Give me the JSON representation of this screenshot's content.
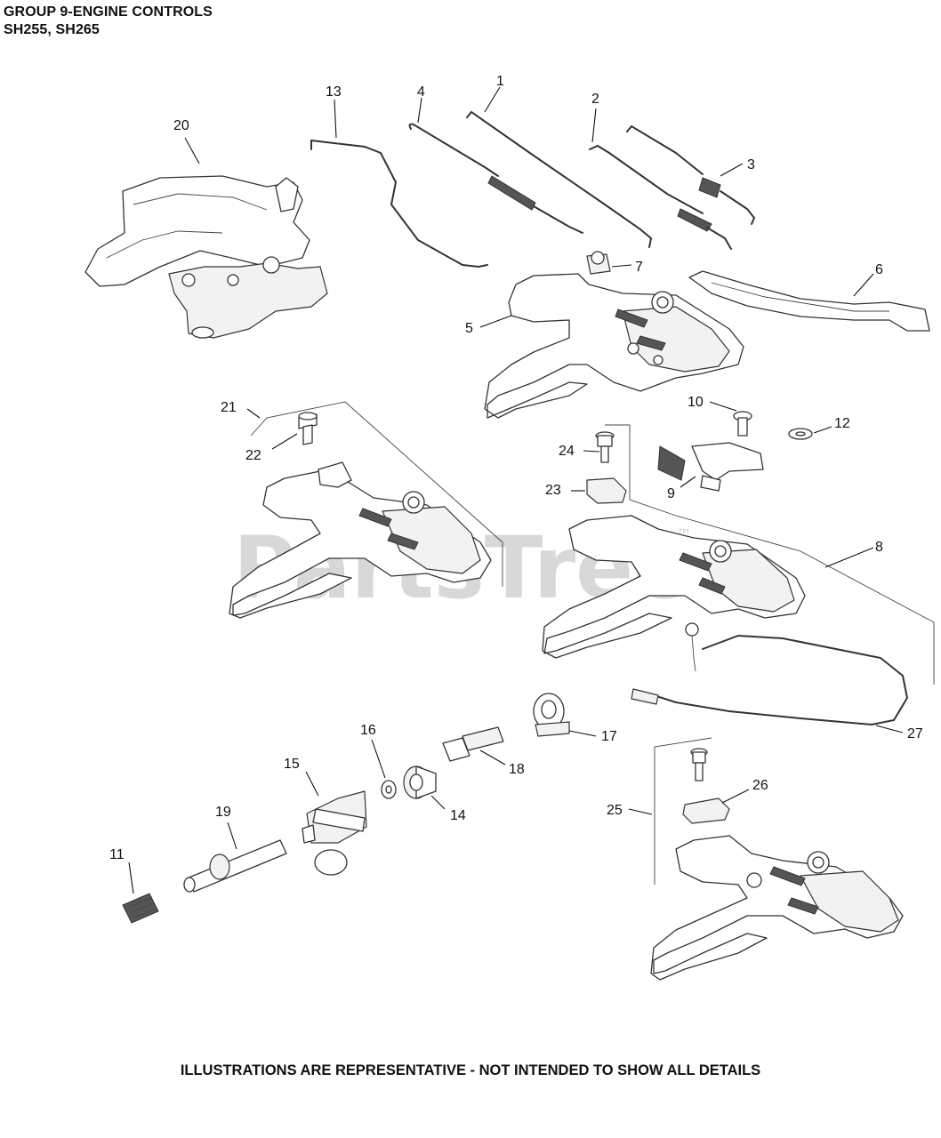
{
  "header": {
    "title_line1": "GROUP 9-ENGINE CONTROLS",
    "title_line2": "SH255, SH265"
  },
  "footer": {
    "note": "ILLUSTRATIONS ARE REPRESENTATIVE - NOT INTENDED TO SHOW ALL DETAILS"
  },
  "watermark": {
    "text": "PartsTree",
    "mark": "™"
  },
  "callouts": {
    "c1": "1",
    "c2": "2",
    "c3": "3",
    "c4": "4",
    "c5": "5",
    "c6": "6",
    "c7": "7",
    "c8": "8",
    "c9": "9",
    "c10": "10",
    "c11": "11",
    "c12": "12",
    "c13": "13",
    "c14": "14",
    "c15": "15",
    "c16": "16",
    "c17": "17",
    "c18": "18",
    "c19": "19",
    "c20": "20",
    "c21": "21",
    "c22": "22",
    "c23": "23",
    "c24": "24",
    "c25": "25",
    "c26": "26",
    "c27": "27"
  },
  "colors": {
    "ink": "#111111",
    "watermark": "#d8d8d8",
    "background": "#ffffff"
  }
}
